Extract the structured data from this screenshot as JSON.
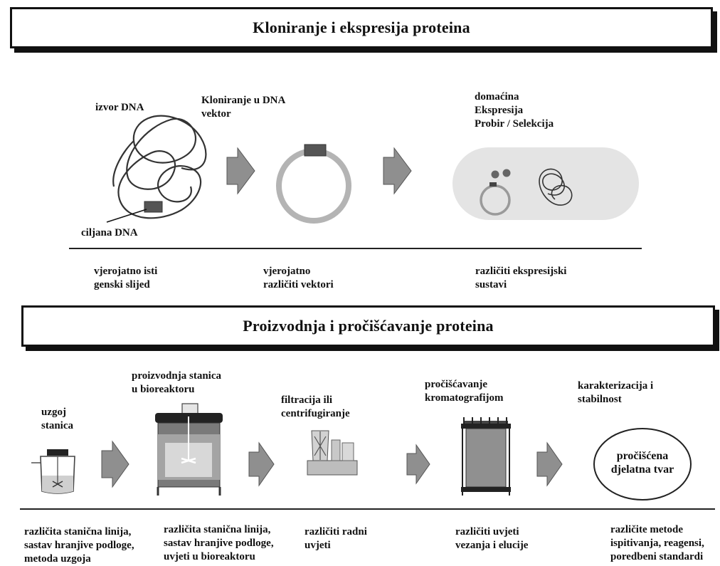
{
  "sections": {
    "cloning_title": "Kloniranje i ekspresija proteina",
    "production_title": "Proizvodnja i pročišćavanje proteina"
  },
  "cloning": {
    "source_label": "izvor DNA",
    "target_label": "ciljana DNA",
    "vector_label": "Kloniranje u DNA\nvektor",
    "host_label": "domaćina\nEkspresija\nProbir / Selekcija",
    "notes": [
      "vjerojatno isti\ngenski slijed",
      "vjerojatno\nrazličiti vektori",
      "različiti ekspresijski\nsustavi"
    ]
  },
  "production": {
    "steps": [
      "uzgoj\nstanica",
      "proizvodnja stanica\nu bioreaktoru",
      "filtracija ili\ncentrifugiranje",
      "pročišćavanje\nkromatografijom",
      "karakterizacija i\nstabilnost"
    ],
    "result_label": "pročišćena\ndjelatna tvar",
    "notes": [
      "različita stanična linija,\nsastav hranjive podloge,\nmetoda uzgoja",
      "različita stanična linija,\nsastav hranjive podloge,\nuvjeti u bioreaktoru",
      "različiti radni\nuvjeti",
      "različiti uvjeti\nvezanja i elucije",
      "različite metode\nispitivanja, reagensi,\nporedbeni standardi"
    ]
  },
  "colors": {
    "arrow_fill": "#8f8f8f",
    "ring": "#b4b4b4",
    "cell_bg": "#e4e4e4",
    "marker": "#555555"
  }
}
